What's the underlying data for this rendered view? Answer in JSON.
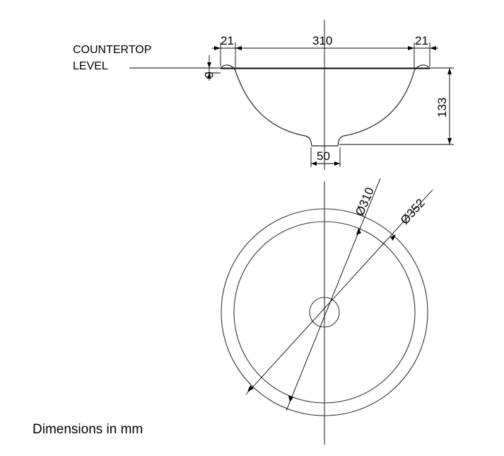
{
  "labels": {
    "countertop_line1": "COUNTERTOP",
    "countertop_line2": "LEVEL",
    "caption": "Dimensions in mm"
  },
  "dimensions": {
    "rim_left": "21",
    "inner_width": "310",
    "rim_right": "21",
    "rim_height": "6",
    "depth": "133",
    "drain": "50",
    "inner_diameter": "Ø310",
    "outer_diameter": "Ø352"
  }
}
